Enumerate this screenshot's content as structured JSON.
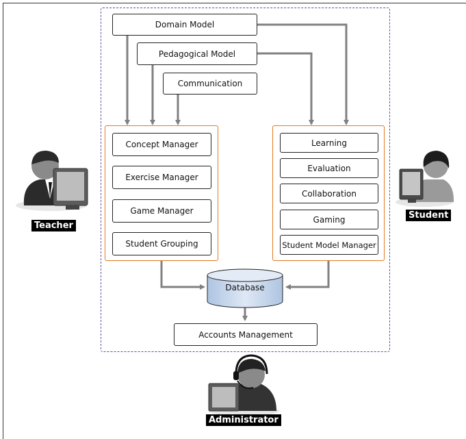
{
  "components": {
    "domain_model": "Domain Model",
    "pedagogical_model": "Pedagogical Model",
    "communication": "Communication"
  },
  "teacher_modules": [
    "Concept Manager",
    "Exercise Manager",
    "Game Manager",
    "Student Grouping"
  ],
  "student_modules": [
    "Learning",
    "Evaluation",
    "Collaboration",
    "Gaming",
    "Student Model Manager"
  ],
  "database": "Database",
  "accounts": "Accounts Management",
  "roles": {
    "teacher": "Teacher",
    "student": "Student",
    "administrator": "Administrator"
  },
  "colors": {
    "group_border": "#e07a1f",
    "boundary": "#5a4fa8",
    "arrow": "#808080",
    "database_fill": "#c9d9ee"
  },
  "icons": [
    "teacher-at-computer-icon",
    "student-at-computer-icon",
    "administrator-headset-icon"
  ]
}
